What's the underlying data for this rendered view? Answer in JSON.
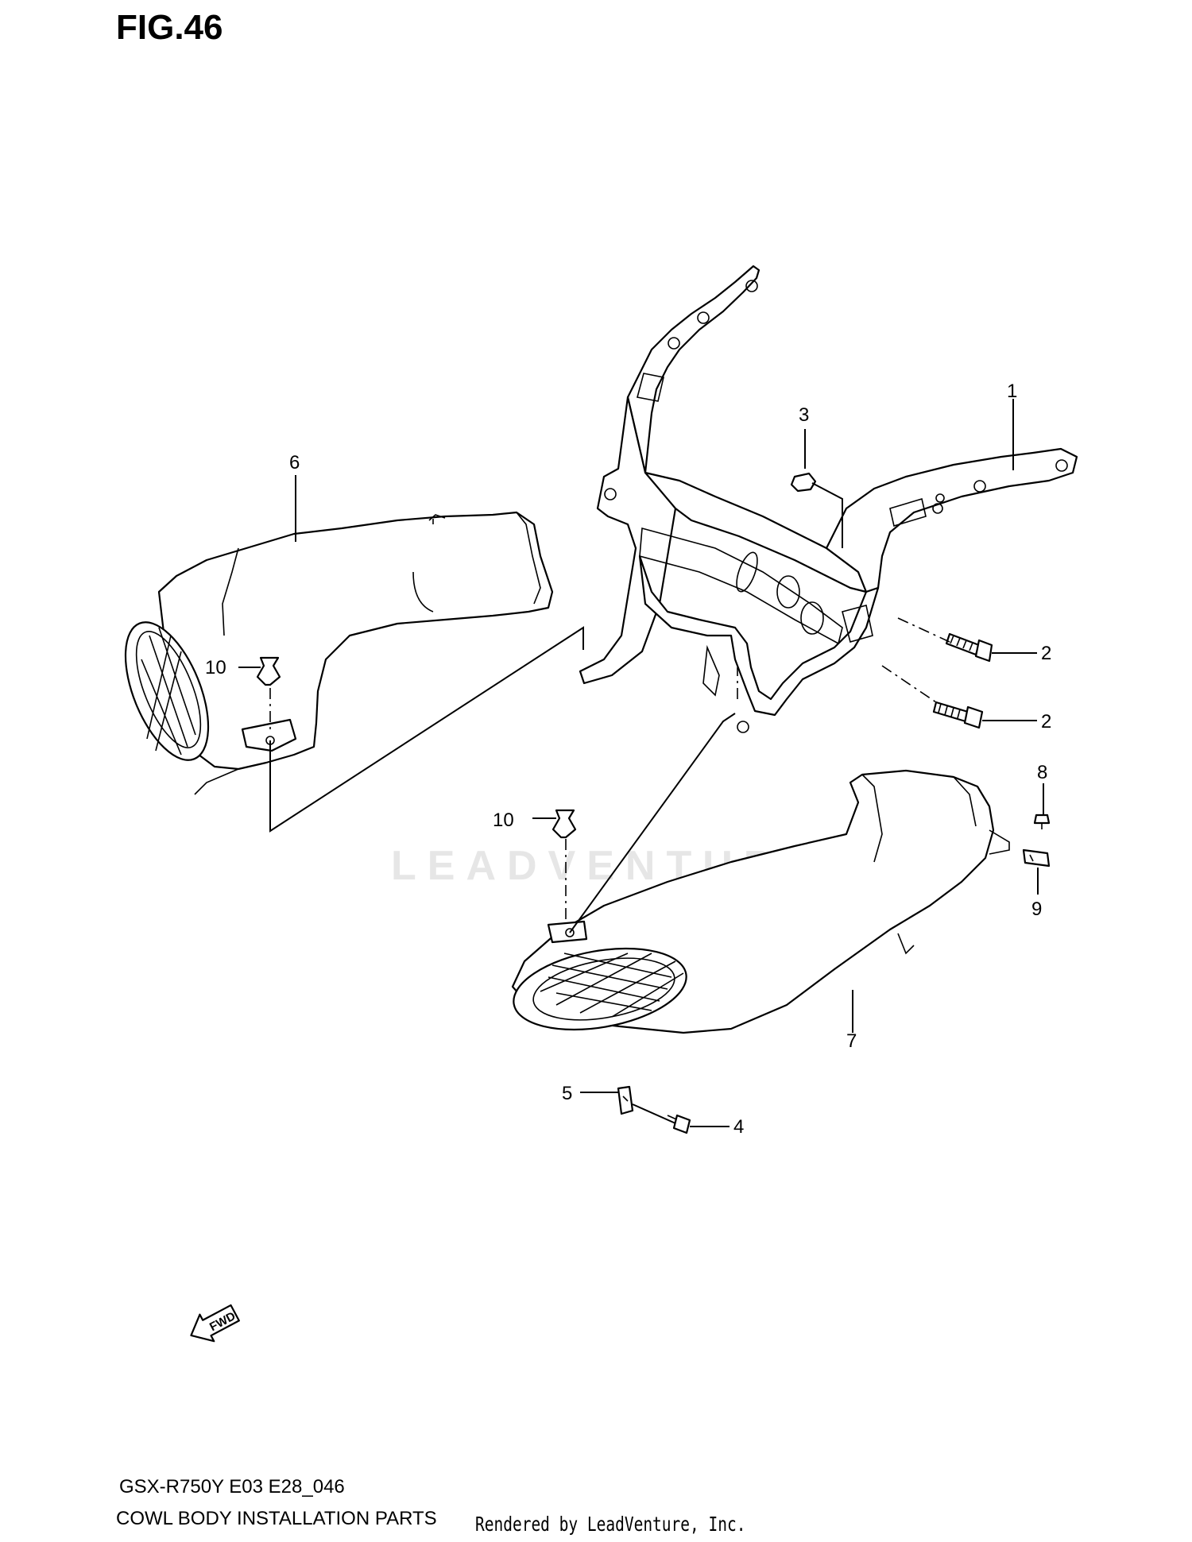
{
  "figure": {
    "title": "FIG.46"
  },
  "callouts": [
    {
      "id": "callout-1",
      "text": "1"
    },
    {
      "id": "callout-2a",
      "text": "2"
    },
    {
      "id": "callout-2b",
      "text": "2"
    },
    {
      "id": "callout-3",
      "text": "3"
    },
    {
      "id": "callout-4",
      "text": "4"
    },
    {
      "id": "callout-5",
      "text": "5"
    },
    {
      "id": "callout-6",
      "text": "6"
    },
    {
      "id": "callout-7",
      "text": "7"
    },
    {
      "id": "callout-8",
      "text": "8"
    },
    {
      "id": "callout-9",
      "text": "9"
    },
    {
      "id": "callout-10a",
      "text": "10"
    },
    {
      "id": "callout-10b",
      "text": "10"
    }
  ],
  "fwd_arrow": {
    "text": "FWD",
    "icon": "fwd-arrow-icon"
  },
  "watermark": {
    "text": "LEADVENTURE"
  },
  "footer": {
    "model_code": "GSX-R750Y E03 E28_046",
    "description": "COWL BODY INSTALLATION PARTS",
    "rendered_by": "Rendered by LeadVenture, Inc."
  }
}
